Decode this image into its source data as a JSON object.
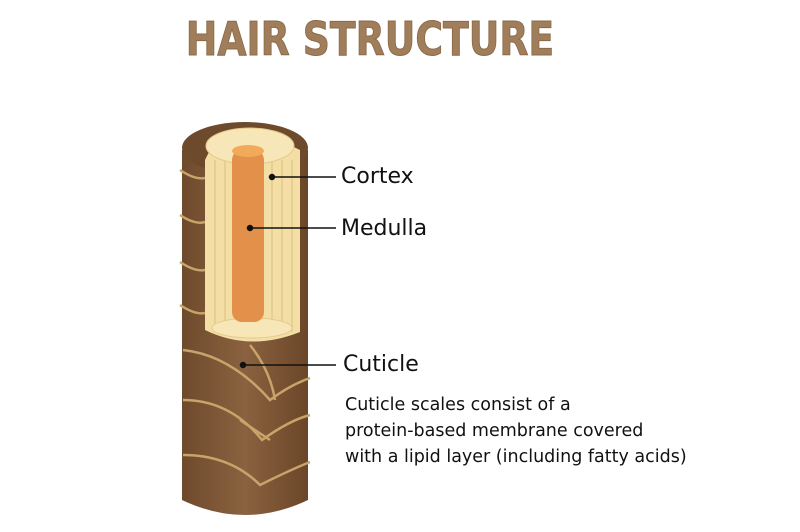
{
  "title": "HAIR STRUCTURE",
  "labels": {
    "cortex": "Cortex",
    "medulla": "Medulla",
    "cuticle": "Cuticle"
  },
  "description": [
    "Cuticle scales consist of a",
    "protein-based membrane covered",
    "with a lipid layer (including fatty acids)"
  ],
  "colors": {
    "title": "#a07e5b",
    "cuticle": "#7a5434",
    "cortex": "#f3dfa6",
    "medulla": "#e3914a"
  }
}
